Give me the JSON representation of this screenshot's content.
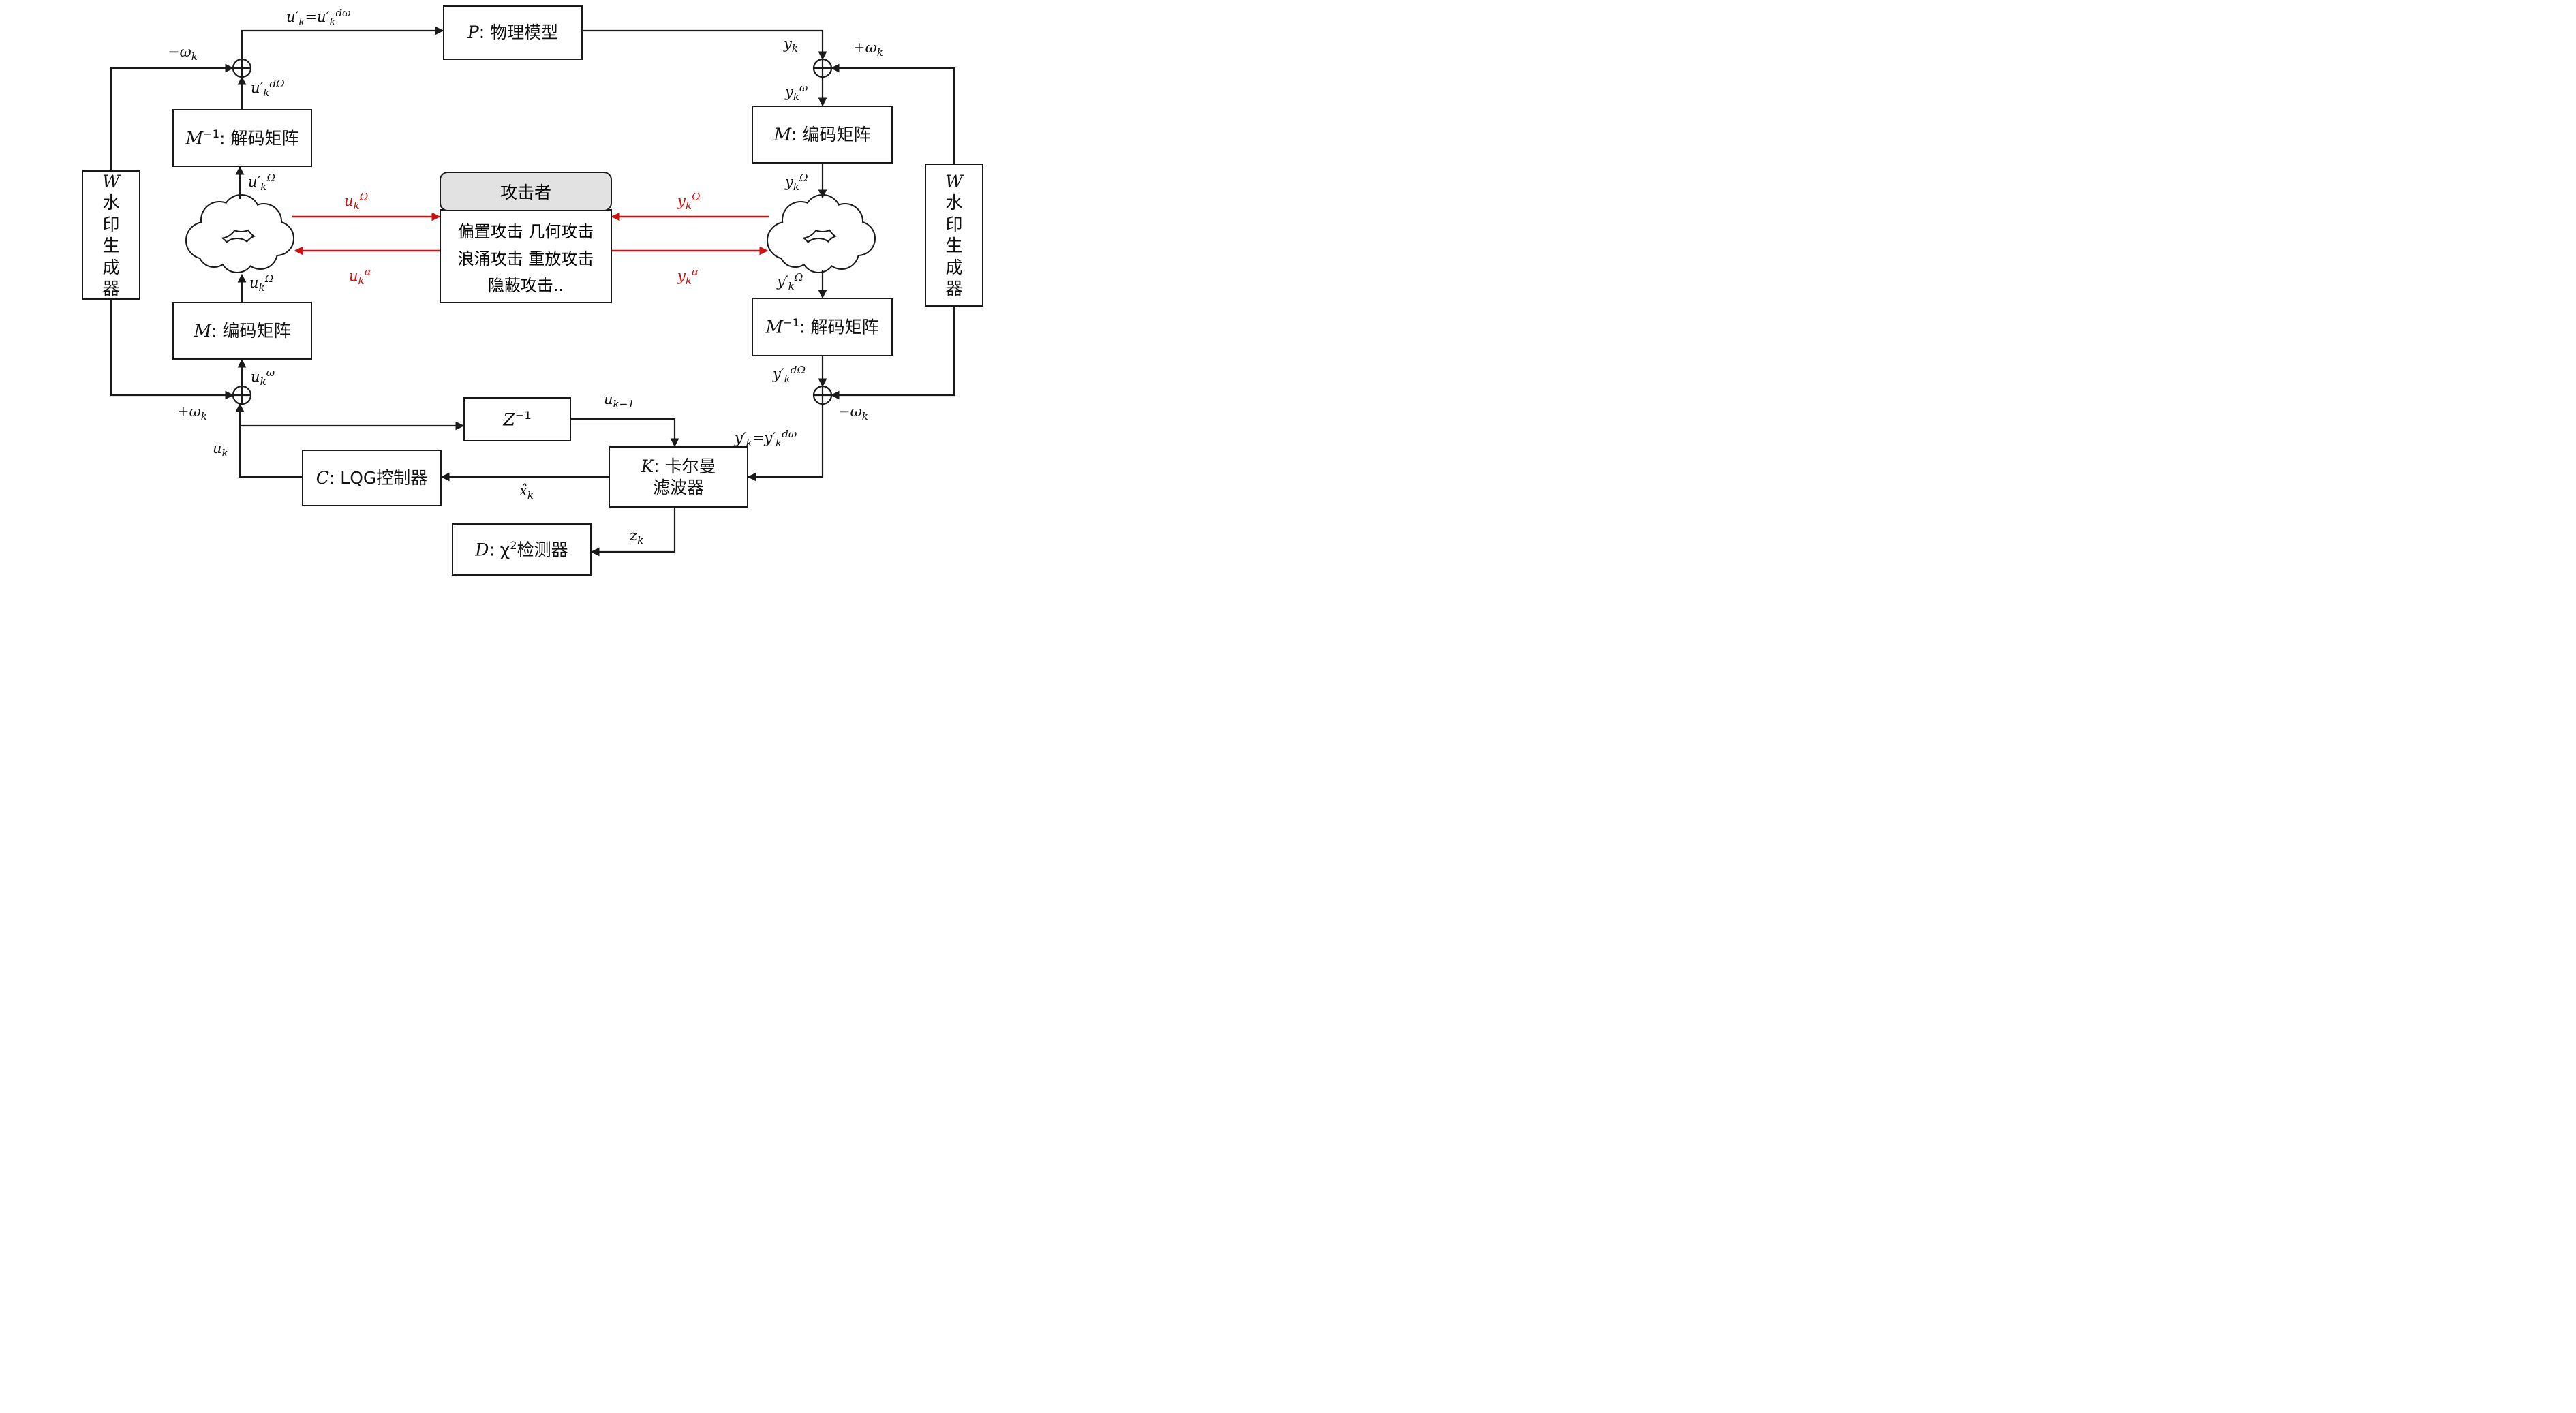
{
  "colors": {
    "line": "#1a1a1a",
    "attack_red": "#cc1111",
    "attacker_header_bg": "#e2e2e2"
  },
  "boxes": {
    "physical_model": "<i>P</i>: 物理模型",
    "decode_left": "<i>M</i><sup>−1</sup>: 解码矩阵",
    "encode_left": "<i>M</i>: 编码矩阵",
    "watermark_left": "<i>W</i><br>水<br>印<br>生<br>成<br>器",
    "encode_right": "<i>M</i>: 编码矩阵",
    "decode_right": "<i>M</i><sup>−1</sup>: 解码矩阵",
    "watermark_right": "<i>W</i><br>水<br>印<br>生<br>成<br>器",
    "z_delay": "<i>Z</i><sup>−1</sup>",
    "kalman": "<i>K</i>: 卡尔曼<br>滤波器",
    "lqg": "<i>C</i>: LQG控制器",
    "detector": "<i>D</i>: χ<sup>2</sup>检测器"
  },
  "attacker": {
    "title": "攻击者",
    "line1": "偏置攻击 几何攻击",
    "line2": "浪涌攻击 重放攻击",
    "line3": "隐蔽攻击.."
  },
  "labels": {
    "minus_omega_tl": "−ω<sub>k</sub>",
    "u_out": "u′<sub>k</sub>=u′<sub>k</sub><sup>dω</sup>",
    "u_d_Omega": "u′<sub>k</sub><sup>dΩ</sup>",
    "u_prime_Omega": "u′<sub>k</sub><sup>Ω</sup>",
    "u_Omega_cloud": "u<sub>k</sub><sup>Ω</sup>",
    "u_small_omega": "u<sub>k</sub><sup>ω</sup>",
    "plus_omega_bl": "+ω<sub>k</sub>",
    "u_k": "u<sub>k</sub>",
    "y_k": "y<sub>k</sub>",
    "plus_omega_tr": "+ω<sub>k</sub>",
    "y_small_omega": "y<sub>k</sub><sup>ω</sup>",
    "y_Omega": "y<sub>k</sub><sup>Ω</sup>",
    "y_prime_Omega": "y′<sub>k</sub><sup>Ω</sup>",
    "y_d_Omega": "y′<sub>k</sub><sup>dΩ</sup>",
    "minus_omega_br": "−ω<sub>k</sub>",
    "y_out": "y′<sub>k</sub>=y′<sub>k</sub><sup>dω</sup>",
    "u_k_minus_1": "u<sub>k−1</sub>",
    "x_hat": "x̂<sub>k</sub>",
    "z_k": "z<sub>k</sub>",
    "atk_u_Omega": "u<sub>k</sub><sup>Ω</sup>",
    "atk_u_alpha": "u<sub>k</sub><sup>α</sup>",
    "atk_y_Omega": "y<sub>k</sub><sup>Ω</sup>",
    "atk_y_alpha": "y<sub>k</sub><sup>α</sup>"
  }
}
